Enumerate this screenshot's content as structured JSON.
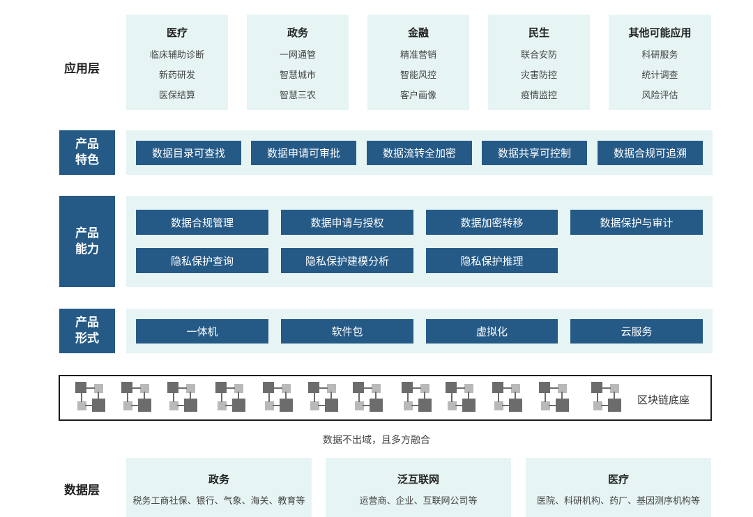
{
  "app_layer": {
    "label": "应用层",
    "columns": [
      {
        "title": "医疗",
        "items": [
          "临床辅助诊断",
          "新药研发",
          "医保结算"
        ]
      },
      {
        "title": "政务",
        "items": [
          "一网通管",
          "智慧城市",
          "智慧三农"
        ]
      },
      {
        "title": "金融",
        "items": [
          "精准营销",
          "智能风控",
          "客户画像"
        ]
      },
      {
        "title": "民生",
        "items": [
          "联合安防",
          "灾害防控",
          "疫情监控"
        ]
      },
      {
        "title": "其他可能应用",
        "items": [
          "科研服务",
          "统计调查",
          "风险评估"
        ]
      }
    ]
  },
  "features": {
    "label_line1": "产品",
    "label_line2": "特色",
    "items": [
      "数据目录可查找",
      "数据申请可审批",
      "数据流转全加密",
      "数据共享可控制",
      "数据合规可追溯"
    ]
  },
  "capabilities": {
    "label_line1": "产品",
    "label_line2": "能力",
    "items": [
      "数据合规管理",
      "数据申请与授权",
      "数据加密转移",
      "数据保护与审计",
      "隐私保护查询",
      "隐私保护建模分析",
      "隐私保护推理"
    ]
  },
  "forms": {
    "label_line1": "产品",
    "label_line2": "形式",
    "items": [
      "一体机",
      "软件包",
      "虚拟化",
      "云服务"
    ]
  },
  "blockchain": {
    "label": "区块链底座",
    "node_icon": "blockchain-node-icon"
  },
  "caption": "数据不出域，且多方融合",
  "data_layer": {
    "label": "数据层",
    "columns": [
      {
        "title": "政务",
        "desc": "税务工商社保、银行、气象、海关、教育等"
      },
      {
        "title": "泛互联网",
        "desc": "运营商、企业、互联网公司等"
      },
      {
        "title": "医疗",
        "desc": "医院、科研机构、药厂、基因测序机构等"
      }
    ]
  },
  "colors": {
    "navy": "#255a87",
    "light_teal": "#e6f4f4",
    "node_dark": "#6c6c6c",
    "node_light": "#b9b9b9"
  }
}
